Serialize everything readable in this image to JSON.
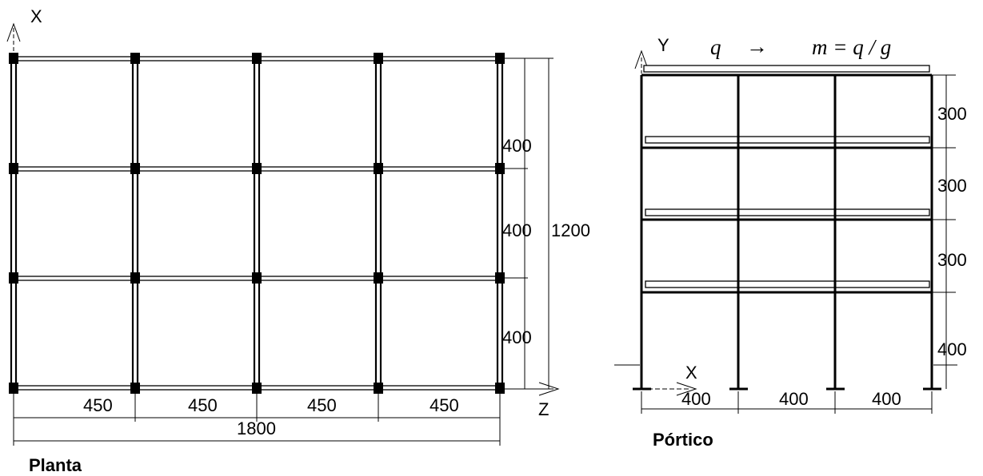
{
  "plan": {
    "axis_vertical": "X",
    "axis_horizontal": "Z",
    "spans_x": [
      "450",
      "450",
      "450",
      "450"
    ],
    "total_x": "1800",
    "spans_y": [
      "400",
      "400",
      "400"
    ],
    "total_y": "1200",
    "caption": "Planta"
  },
  "frame": {
    "axis_vertical": "Y",
    "axis_horizontal": "X",
    "load_label": {
      "q": "q",
      "arrow": "→",
      "expr": "m = q / g"
    },
    "storey_heights": [
      "300",
      "300",
      "300",
      "400"
    ],
    "spans": [
      "400",
      "400",
      "400"
    ],
    "caption": "Pórtico"
  }
}
